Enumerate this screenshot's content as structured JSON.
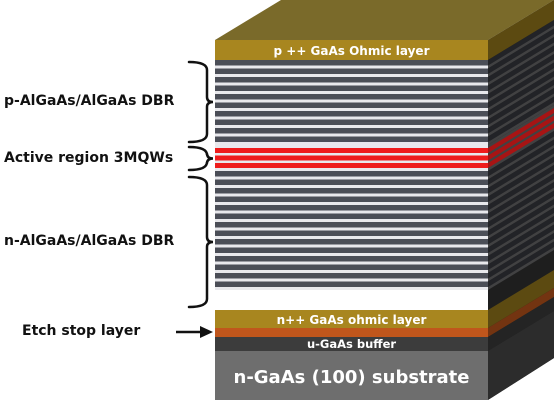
{
  "labels": {
    "p_ohmic": "p ++ GaAs Ohmic layer",
    "n_ohmic": "n++ GaAs ohmic layer",
    "buffer": "u-GaAs buffer",
    "substrate": "n-GaAs (100) substrate",
    "p_dbr": "p-AlGaAs/AlGaAs DBR",
    "active": "Active region 3MQWs",
    "n_dbr": "n-AlGaAs/AlGaAs DBR",
    "etch_stop": "Etch stop layer"
  },
  "counts": {
    "p_dbr_pairs": 10,
    "qw_count": 3,
    "n_dbr_pairs": 14
  },
  "colors": {
    "ohmic_front": "#a8861f",
    "ohmic_top": "#7a6a2a",
    "dbr_dark": "#4b4e57",
    "dbr_light": "#e8e8ec",
    "qw_red": "#ee1c1c",
    "etch_stop": "#c0561c",
    "buffer": "#3c3c3c",
    "substrate": "#6e6e6e",
    "side_dark": "#1e1e1e",
    "bracket": "#111111",
    "text_light": "#ffffff"
  }
}
